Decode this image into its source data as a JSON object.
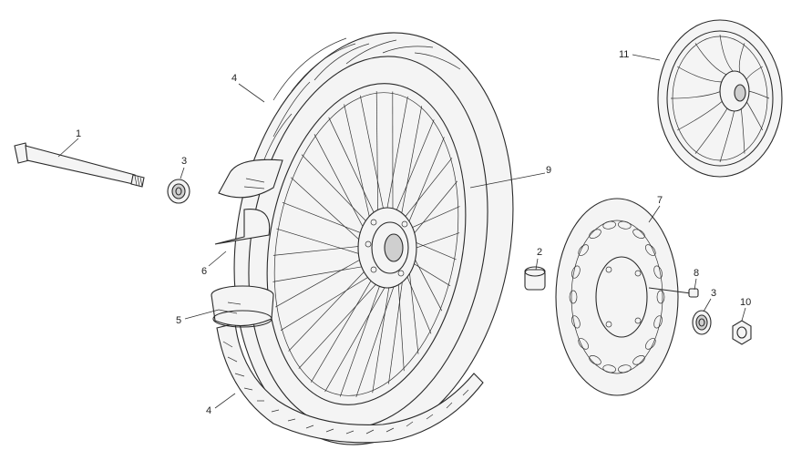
{
  "diagram": {
    "parts": [
      {
        "key": "p1",
        "label": "1",
        "icon": "axle-shaft-icon"
      },
      {
        "key": "p2",
        "label": "2",
        "icon": "spacer-bushing-icon"
      },
      {
        "key": "p3a",
        "label": "3",
        "icon": "bearing-icon"
      },
      {
        "key": "p3b",
        "label": "3",
        "icon": "bearing-icon"
      },
      {
        "key": "p4a",
        "label": "4",
        "icon": "road-tyre-icon"
      },
      {
        "key": "p4b",
        "label": "4",
        "icon": "offroad-tyre-icon"
      },
      {
        "key": "p5",
        "label": "5",
        "icon": "inner-tube-icon"
      },
      {
        "key": "p6",
        "label": "6",
        "icon": "rim-tape-icon"
      },
      {
        "key": "p7",
        "label": "7",
        "icon": "brake-disc-icon"
      },
      {
        "key": "p8",
        "label": "8",
        "icon": "disc-bolt-icon"
      },
      {
        "key": "p9",
        "label": "9",
        "icon": "spoked-wheel-icon"
      },
      {
        "key": "p10",
        "label": "10",
        "icon": "axle-nut-icon"
      },
      {
        "key": "p11",
        "label": "11",
        "icon": "cast-wheel-icon"
      }
    ]
  }
}
